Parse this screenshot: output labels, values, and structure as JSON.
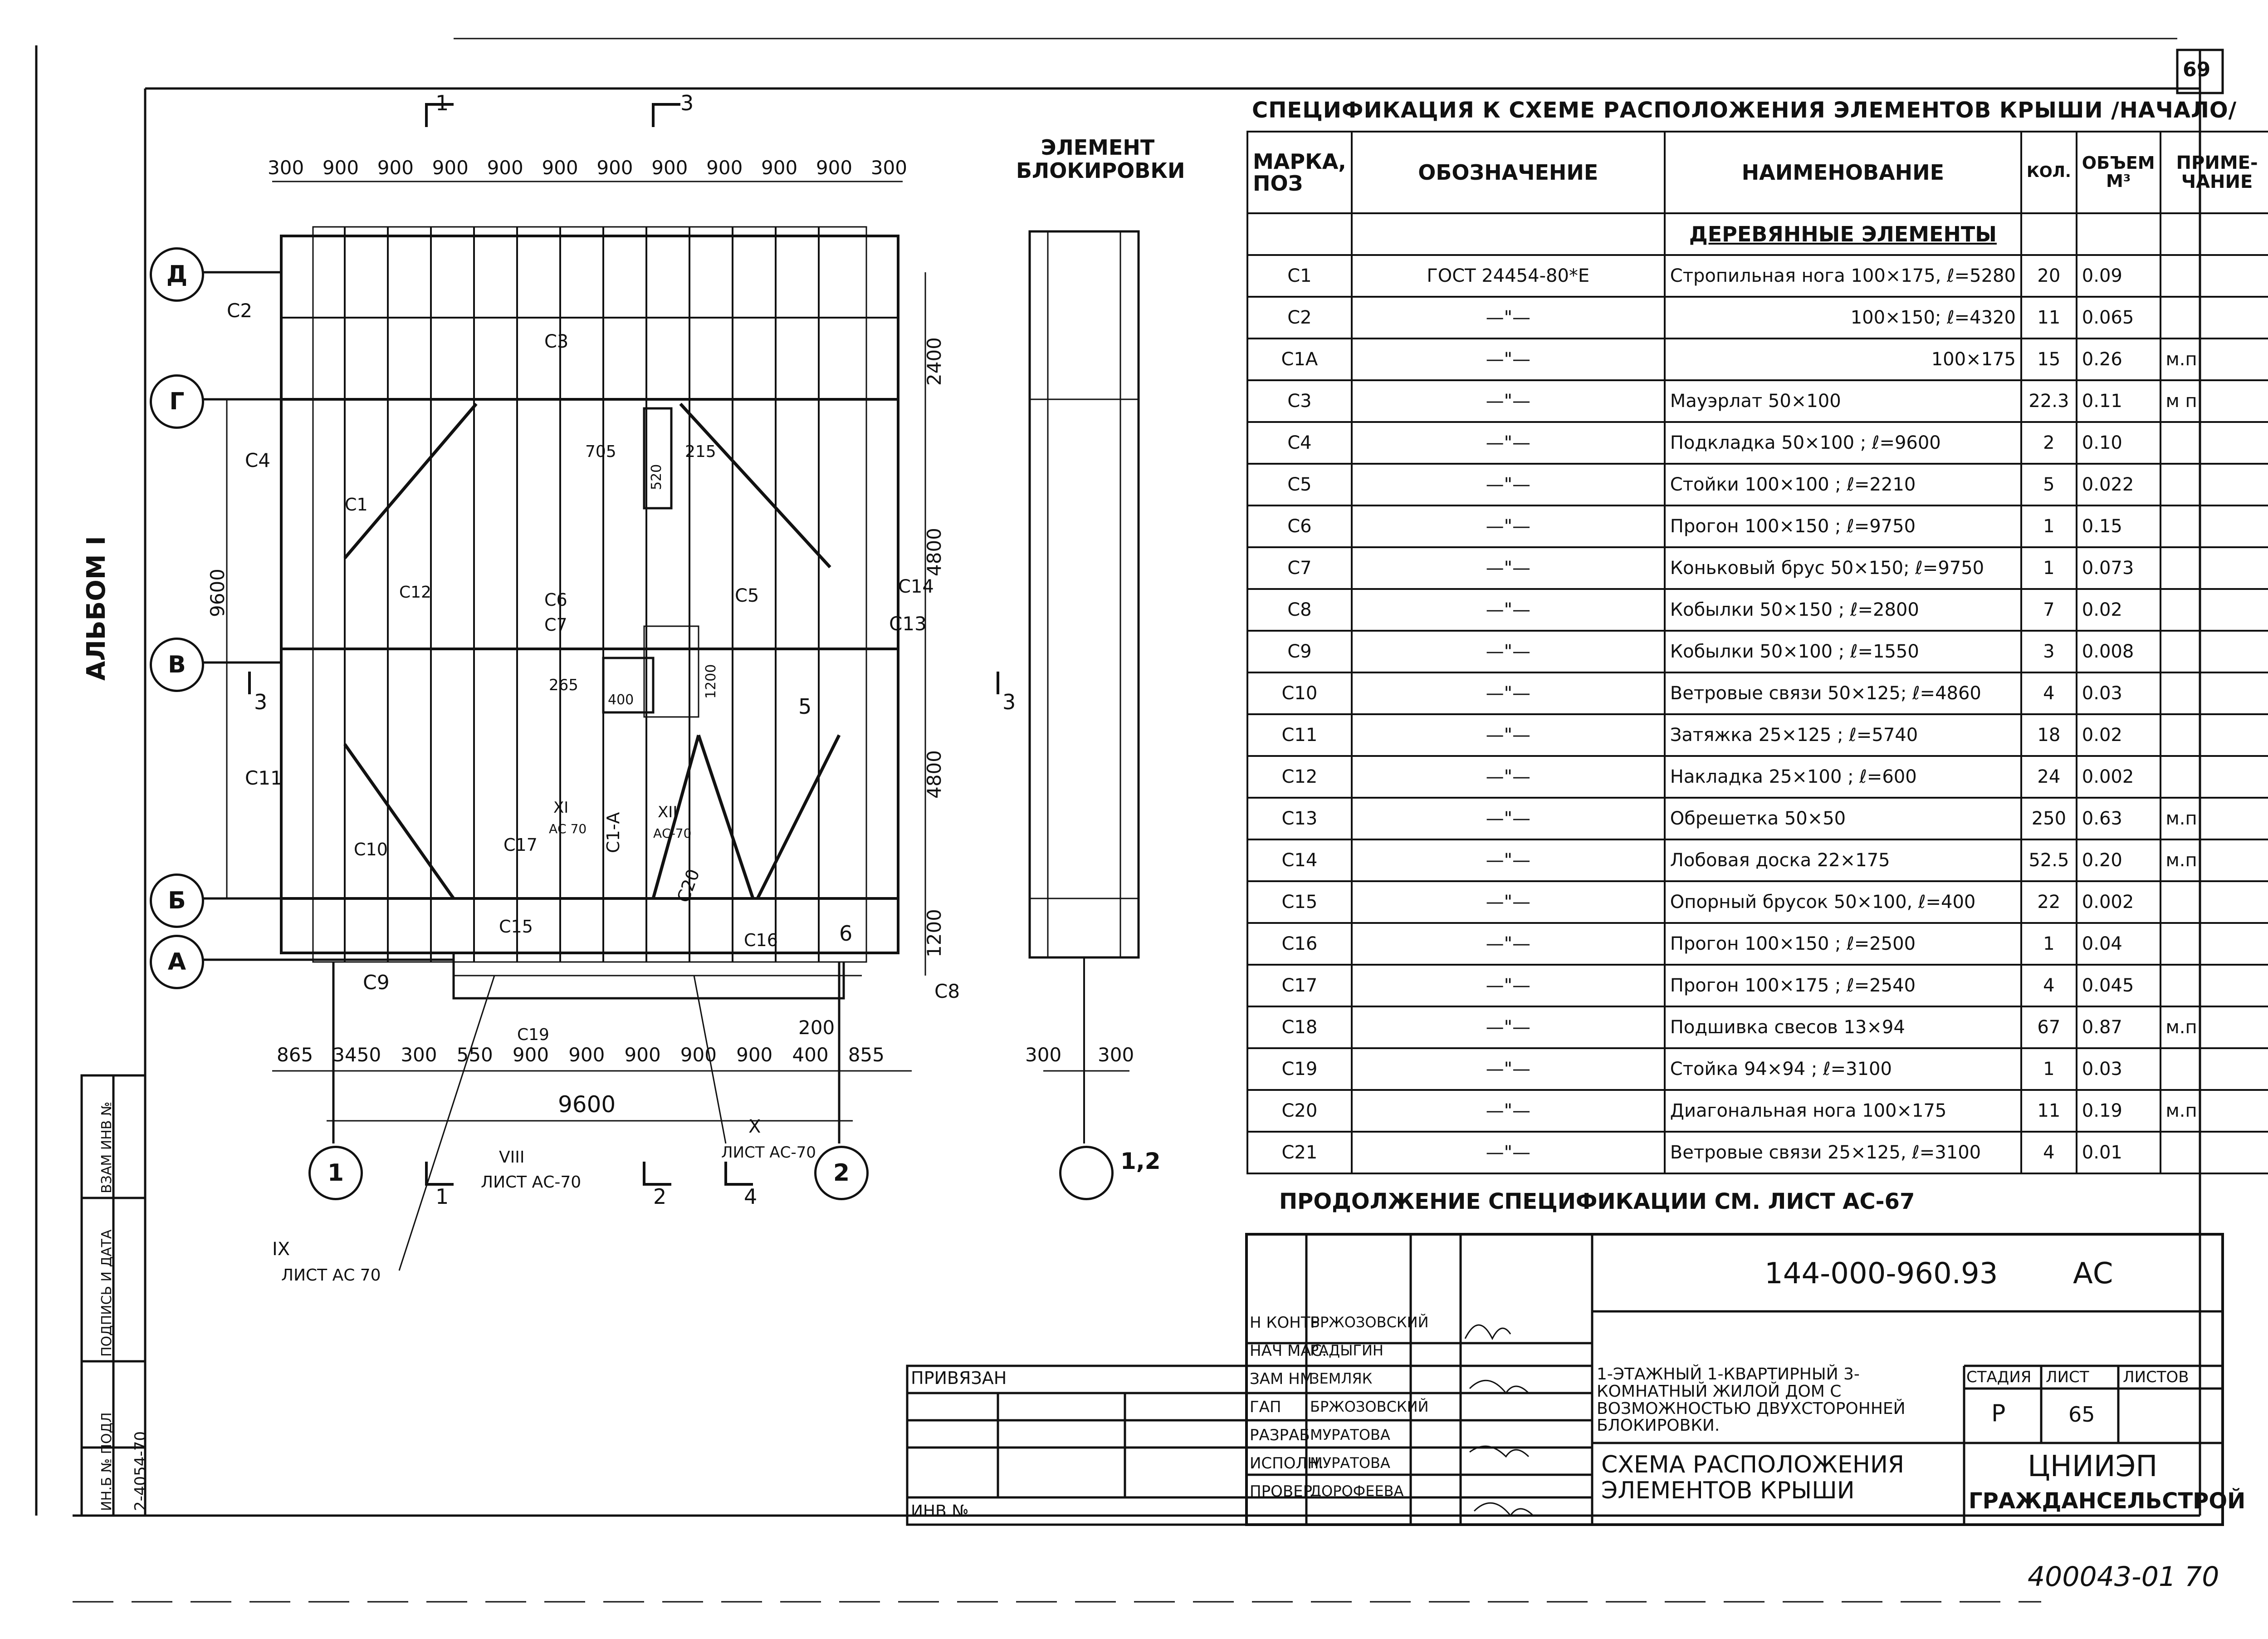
{
  "sheet_number": "69",
  "album_label": "АЛЬБОМ I",
  "side_stamp": {
    "col1": "ИН.Б № ПОДЛ",
    "col2": "ПОДПИСЬ И ДАТА",
    "col3": "ВЗАМ ИНВ №",
    "value": "2-4054-70"
  },
  "spec_title": "СПЕЦИФИКАЦИЯ К СХЕМЕ РАСПОЛОЖЕНИЯ ЭЛЕМЕНТОВ КРЫШИ /НАЧАЛО/",
  "spec_headers": {
    "mark": "МАРКА, ПОЗ",
    "designation": "ОБОЗНАЧЕНИЕ",
    "name": "НАИМЕНОВАНИЕ",
    "qty": "КОЛ.",
    "volume": "ОБЪЕМ М³",
    "note": "ПРИМЕ- ЧАНИЕ"
  },
  "spec_section": "ДЕРЕВЯННЫЕ ЭЛЕМЕНТЫ",
  "spec_rows": [
    {
      "mark": "С1",
      "designation": "ГОСТ 24454-80*Е",
      "name": "Стропильная нога 100×175, ℓ=5280",
      "qty": "20",
      "volume": "0.09",
      "note": ""
    },
    {
      "mark": "С2",
      "designation": "—\"—",
      "name": "100×150; ℓ=4320",
      "qty": "11",
      "volume": "0.065",
      "note": ""
    },
    {
      "mark": "С1А",
      "designation": "—\"—",
      "name": "100×175",
      "qty": "15",
      "volume": "0.26",
      "note": "м.п."
    },
    {
      "mark": "С3",
      "designation": "—\"—",
      "name": "Мауэрлат 50×100",
      "qty": "22.3",
      "volume": "0.11",
      "note": "м п"
    },
    {
      "mark": "С4",
      "designation": "—\"—",
      "name": "Подкладка 50×100 ;  ℓ=9600",
      "qty": "2",
      "volume": "0.10",
      "note": ""
    },
    {
      "mark": "С5",
      "designation": "—\"—",
      "name": "Стойки   100×100 ; ℓ=2210",
      "qty": "5",
      "volume": "0.022",
      "note": ""
    },
    {
      "mark": "С6",
      "designation": "—\"—",
      "name": "Прогон  100×150 ; ℓ=9750",
      "qty": "1",
      "volume": "0.15",
      "note": ""
    },
    {
      "mark": "С7",
      "designation": "—\"—",
      "name": "Коньковый брус 50×150; ℓ=9750",
      "qty": "1",
      "volume": "0.073",
      "note": ""
    },
    {
      "mark": "С8",
      "designation": "—\"—",
      "name": "Кобылки 50×150 ;  ℓ=2800",
      "qty": "7",
      "volume": "0.02",
      "note": ""
    },
    {
      "mark": "С9",
      "designation": "—\"—",
      "name": "Кобылки 50×100 ;  ℓ=1550",
      "qty": "3",
      "volume": "0.008",
      "note": ""
    },
    {
      "mark": "С10",
      "designation": "—\"—",
      "name": "Ветровые связи 50×125; ℓ=4860",
      "qty": "4",
      "volume": "0.03",
      "note": ""
    },
    {
      "mark": "С11",
      "designation": "—\"—",
      "name": "Затяжка 25×125 ;  ℓ=5740",
      "qty": "18",
      "volume": "0.02",
      "note": ""
    },
    {
      "mark": "С12",
      "designation": "—\"—",
      "name": "Накладка 25×100 ; ℓ=600",
      "qty": "24",
      "volume": "0.002",
      "note": ""
    },
    {
      "mark": "С13",
      "designation": "—\"—",
      "name": "Обрешетка 50×50",
      "qty": "250",
      "volume": "0.63",
      "note": "м.п."
    },
    {
      "mark": "С14",
      "designation": "—\"—",
      "name": "Лобовая доска 22×175",
      "qty": "52.5",
      "volume": "0.20",
      "note": "м.п."
    },
    {
      "mark": "С15",
      "designation": "—\"—",
      "name": "Опорный брусок 50×100, ℓ=400",
      "qty": "22",
      "volume": "0.002",
      "note": ""
    },
    {
      "mark": "С16",
      "designation": "—\"—",
      "name": "Прогон 100×150 ;  ℓ=2500",
      "qty": "1",
      "volume": "0.04",
      "note": ""
    },
    {
      "mark": "С17",
      "designation": "—\"—",
      "name": "Прогон 100×175 ;  ℓ=2540",
      "qty": "4",
      "volume": "0.045",
      "note": ""
    },
    {
      "mark": "С18",
      "designation": "—\"—",
      "name": "Подшивка свесов  13×94",
      "qty": "67",
      "volume": "0.87",
      "note": "м.п."
    },
    {
      "mark": "С19",
      "designation": "—\"—",
      "name": "Стойка 94×94 ;  ℓ=3100",
      "qty": "1",
      "volume": "0.03",
      "note": ""
    },
    {
      "mark": "С20",
      "designation": "—\"—",
      "name": "Диагональная нога 100×175",
      "qty": "11",
      "volume": "0.19",
      "note": "м.п."
    },
    {
      "mark": "С21",
      "designation": "—\"—",
      "name": "Ветровые связи 25×125, ℓ=3100",
      "qty": "4",
      "volume": "0.01",
      "note": ""
    }
  ],
  "continuation_note": "ПРОДОЛЖЕНИЕ СПЕЦИФИКАЦИИ СМ. ЛИСТ АС-67",
  "title_block": {
    "code": "144-000-960.93",
    "code_suffix": "АС",
    "privyazan": "ПРИВЯЗАН",
    "inv_no": "ИНВ №",
    "project_desc": "1-ЭТАЖНЫЙ  1-КВАРТИРНЫЙ 3-КОМНАТНЫЙ ЖИЛОЙ ДОМ С ВОЗМОЖНОСТЬЮ ДВУХСТОРОННЕЙ БЛОКИРОВКИ.",
    "sheet_title": "СХЕМА РАСПОЛОЖЕНИЯ ЭЛЕМЕНТОВ КРЫШИ",
    "stage_label": "СТАДИЯ",
    "sheet_label": "ЛИСТ",
    "sheets_label": "ЛИСТОВ",
    "stage": "Р",
    "sheet": "65",
    "org_line1": "ЦНИИЭП",
    "org_line2": "ГРАЖДАНСЕЛЬСТРОЙ",
    "roles": [
      {
        "role": "Н КОНТР",
        "person": "БРЖОЗОВСКИЙ"
      },
      {
        "role": "НАЧ МАС.",
        "person": "РАДЫГИН"
      },
      {
        "role": "ЗАМ НМ",
        "person": "ЗЕМЛЯК"
      },
      {
        "role": "ГАП",
        "person": "БРЖОЗОВСКИЙ"
      },
      {
        "role": "РАЗРАБ",
        "person": "МУРАТОВА"
      },
      {
        "role": "ИСПОЛН.",
        "person": "МУРАТОВА"
      },
      {
        "role": "ПРОВЕР",
        "person": "ДОРОФЕЕВА"
      }
    ]
  },
  "bottom_code": "400043-01  70",
  "block_element_title": "ЭЛЕМЕНТ БЛОКИРОВКИ",
  "plan": {
    "top_dims": [
      "300",
      "900",
      "900",
      "900",
      "900",
      "900",
      "900",
      "900",
      "900",
      "900",
      "900",
      "300"
    ],
    "bottom_dims": [
      "865",
      "3450",
      "300",
      "550",
      "900",
      "900",
      "900",
      "900",
      "900",
      "400",
      "855"
    ],
    "bottom_total": "9600",
    "bottom_small": "200",
    "left_dim": "9600",
    "right_dims": [
      "2400",
      "4800",
      "4800",
      "1200"
    ],
    "block_dims": [
      "300",
      "300"
    ],
    "axes_left": [
      "Д",
      "Г",
      "В",
      "Б",
      "А"
    ],
    "axes_bottom": [
      "1",
      "2"
    ],
    "axis_block": "",
    "axis_block_label": "1,2",
    "section_marks": [
      "1",
      "3",
      "1",
      "2",
      "4",
      "3",
      "3"
    ],
    "labels": [
      "С1",
      "С2",
      "С3",
      "С4",
      "С5",
      "С6",
      "С7",
      "С8",
      "С9",
      "С10",
      "С11",
      "С12",
      "С13",
      "С14",
      "С15",
      "С16",
      "С17",
      "С19",
      "С20",
      "С1-А",
      "705",
      "215",
      "520",
      "1200",
      "265",
      "400",
      "5",
      "6"
    ],
    "callouts": [
      {
        "num": "IX",
        "ref": "ЛИСТ АС 70"
      },
      {
        "num": "VIII",
        "ref": "ЛИСТ АС-70"
      },
      {
        "num": "X",
        "ref": "ЛИСТ АС-70"
      },
      {
        "num": "XI",
        "ref": "АС 70"
      },
      {
        "num": "XII",
        "ref": "АС-70"
      }
    ]
  }
}
